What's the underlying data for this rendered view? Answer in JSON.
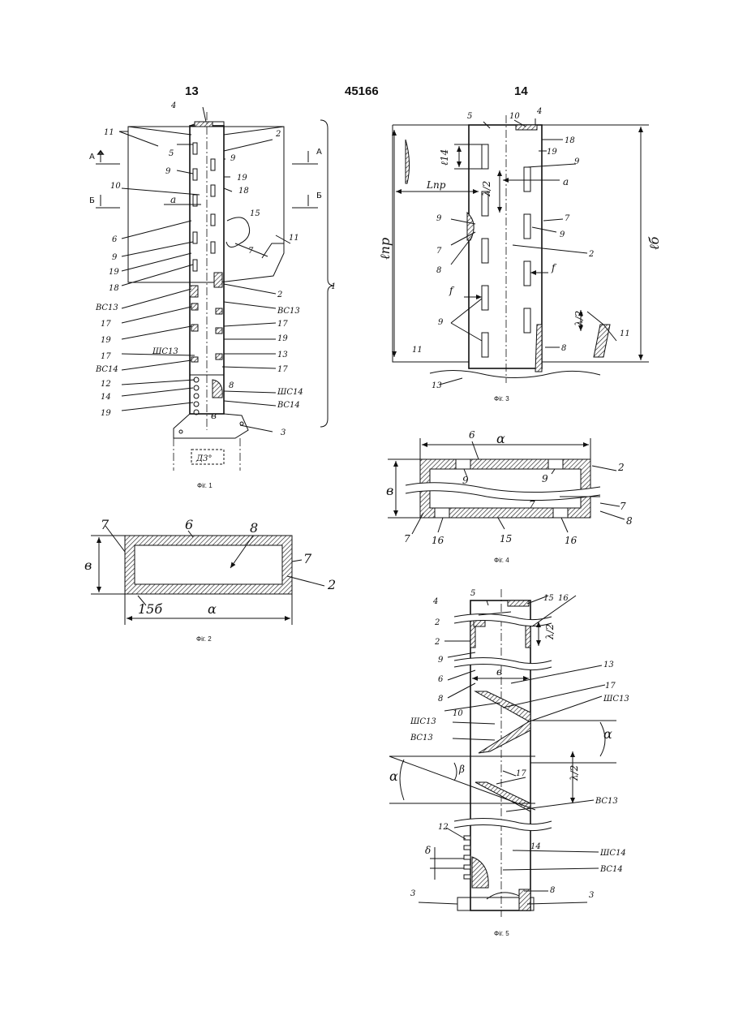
{
  "header": {
    "left_page": "13",
    "patent_number": "45166",
    "right_page": "14"
  },
  "captions": {
    "fig1": "Фіг. 1",
    "fig2": "Фіг. 2",
    "fig3": "Фіг. 3",
    "fig4": "Фіг. 4",
    "fig5": "Фіг. 5"
  },
  "fig1": {
    "labels": {
      "n1": "1",
      "n2": "2",
      "n3": "3",
      "n4": "4",
      "n5": "5",
      "n6": "6",
      "n7": "7",
      "n8": "8",
      "n9": "9",
      "n10": "10",
      "n11": "11",
      "n12": "12",
      "n13": "13",
      "n14": "14",
      "n15": "15",
      "n17": "17",
      "n18": "18",
      "n19": "19",
      "a": "a",
      "b": "в",
      "secA": "А",
      "secB": "Б",
      "vc13": "ВС13",
      "shc13": "ШС13",
      "vc14": "ВС14",
      "shc14": "ШС14",
      "d": "Д3°"
    }
  },
  "fig2": {
    "labels": {
      "n2": "2",
      "n6": "6",
      "n7": "7",
      "n8": "8",
      "n15b": "15б",
      "a": "α",
      "b": "в"
    }
  },
  "fig3": {
    "labels": {
      "n2": "2",
      "n4": "4",
      "n5": "5",
      "n7": "7",
      "n8": "8",
      "n9": "9",
      "n10": "10",
      "n11": "11",
      "n13": "13",
      "n18": "18",
      "n19": "19",
      "l14": "ℓ14",
      "lam2": "λ/2",
      "lpr_h": "Lпр",
      "lpr_v": "ℓпр",
      "lb": "ℓб",
      "a": "a",
      "f": "f"
    }
  },
  "fig4": {
    "labels": {
      "n2": "2",
      "n6": "6",
      "n7": "7",
      "n8": "8",
      "n9": "9",
      "n15": "15",
      "n16": "16",
      "a": "α",
      "b": "в"
    }
  },
  "fig5": {
    "labels": {
      "n2": "2",
      "n3": "3",
      "n4": "4",
      "n5": "5",
      "n6": "6",
      "n8": "8",
      "n9": "9",
      "n10": "10",
      "n12": "12",
      "n13": "13",
      "n14": "14",
      "n15": "15",
      "n16": "16",
      "n17": "17",
      "vc13": "ВС13",
      "shc13": "ШС13",
      "vc14": "ВС14",
      "shc14": "ШС14",
      "b": "в",
      "lam2": "λ/2",
      "alpha": "α",
      "beta": "β",
      "delta": "δ"
    }
  }
}
